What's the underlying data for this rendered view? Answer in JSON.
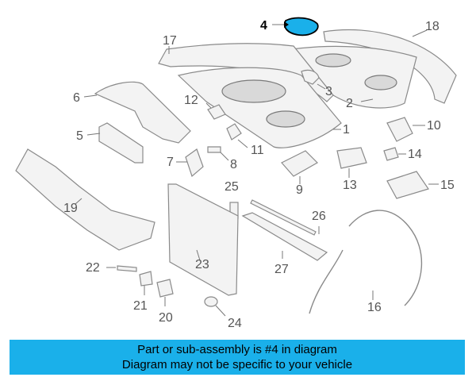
{
  "callouts": {
    "c1": "1",
    "c2": "2",
    "c3": "3",
    "c4": "4",
    "c5": "5",
    "c6": "6",
    "c7": "7",
    "c8": "8",
    "c9": "9",
    "c10": "10",
    "c11": "11",
    "c12": "12",
    "c13": "13",
    "c14": "14",
    "c15": "15",
    "c16": "16",
    "c17": "17",
    "c18": "18",
    "c19": "19",
    "c20": "20",
    "c21": "21",
    "c22": "22",
    "c23": "23",
    "c24": "24",
    "c25": "25",
    "c26": "26",
    "c27": "27"
  },
  "colors": {
    "highlight": "#1ab0ea",
    "banner_bg": "#1ab0ea"
  },
  "banner": {
    "line1": "Part or sub-assembly is #4 in diagram",
    "line2": "Diagram may not be specific to your vehicle"
  }
}
